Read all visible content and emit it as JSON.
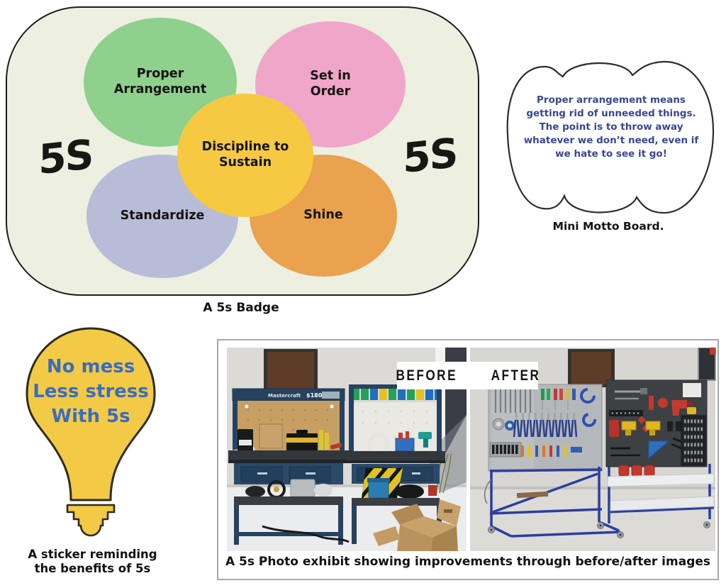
{
  "badge": {
    "left_5s": "5S",
    "right_5s": "5S",
    "caption": "A 5s Badge",
    "bg_color": "#edefe1",
    "circles": [
      {
        "id": "proper-arrangement",
        "label": "Proper Arrangement",
        "color": "#8ed08c"
      },
      {
        "id": "set-in-order",
        "label": "Set in Order",
        "color": "#f0a6c8"
      },
      {
        "id": "discipline-to-sustain",
        "label": "Discipline to Sustain",
        "color": "#f6c943"
      },
      {
        "id": "standardize",
        "label": "Standardize",
        "color": "#b7bdd7"
      },
      {
        "id": "shine",
        "label": "Shine",
        "color": "#eaa24e"
      }
    ]
  },
  "motto": {
    "text": "Proper arrangement means getting rid of unneeded things. The point is to throw away whatever we don’t need, even if we hate to see it go!",
    "caption": "Mini Motto Board.",
    "text_color": "#3a4791"
  },
  "sticker": {
    "line1": "No mess",
    "line2": "Less stress",
    "line3": "With 5s",
    "caption_line1": "A sticker reminding",
    "caption_line2": "the benefits of 5s",
    "bulb_color": "#f2ca45",
    "text_color": "#3c6cc0"
  },
  "exhibit": {
    "before_label": "BEFORE",
    "after_label": "AFTER",
    "caption": "A 5s Photo exhibit showing improvements through before/after images",
    "brand": "Mastercraft",
    "price": "$180"
  }
}
